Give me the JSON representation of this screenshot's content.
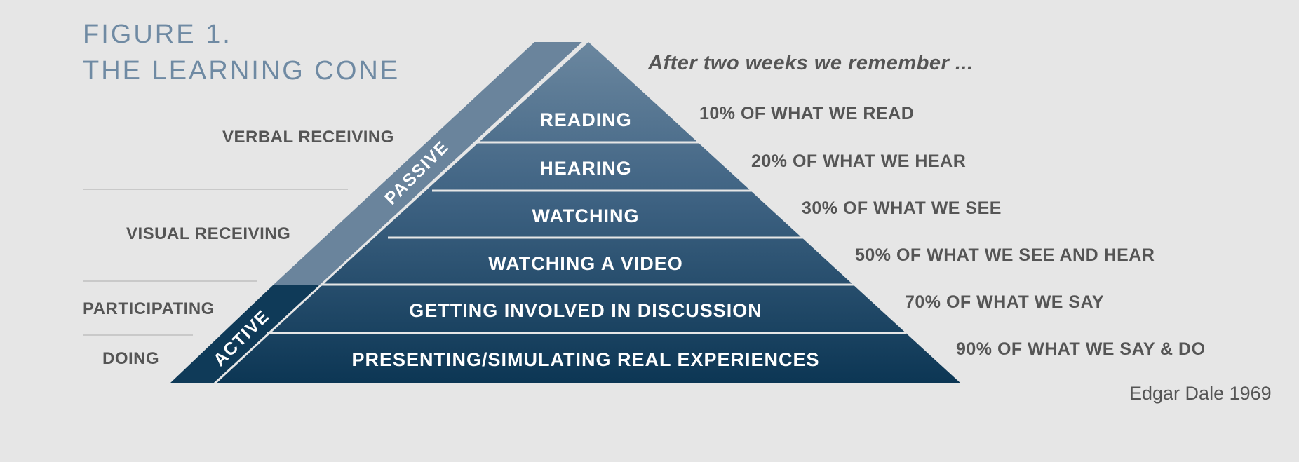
{
  "title": {
    "line1": "FIGURE 1.",
    "line2": "THE LEARNING CONE"
  },
  "header_note": "After two weeks we remember ...",
  "tiers": [
    {
      "label": "READING",
      "retention": "10% OF WHAT WE READ"
    },
    {
      "label": "HEARING",
      "retention": "20% OF WHAT WE HEAR"
    },
    {
      "label": "WATCHING",
      "retention": "30% OF WHAT WE SEE"
    },
    {
      "label": "WATCHING A VIDEO",
      "retention": "50% OF WHAT WE SEE AND HEAR"
    },
    {
      "label": "GETTING INVOLVED IN DISCUSSION",
      "retention": "70% OF WHAT WE SAY"
    },
    {
      "label": "PRESENTING/SIMULATING REAL EXPERIENCES",
      "retention": "90% OF WHAT WE SAY & DO"
    }
  ],
  "bands": {
    "passive": "PASSIVE",
    "active": "ACTIVE"
  },
  "categories": {
    "verbal": "VERBAL RECEIVING",
    "visual": "VISUAL RECEIVING",
    "participating": "PARTICIPATING",
    "doing": "DOING"
  },
  "credit": "Edgar Dale 1969",
  "colors": {
    "background": "#e6e6e6",
    "passive_band": "#6a849c",
    "active_band": "#0f3a58",
    "tier_top": "#6b879f",
    "tier_bottom": "#0c3654",
    "title": "#6f8aa3",
    "text": "#555555"
  }
}
